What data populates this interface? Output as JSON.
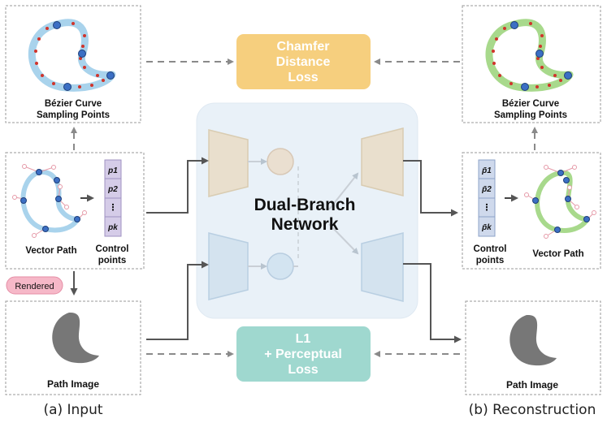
{
  "input": {
    "bezier_label_line1": "Bézier Curve",
    "bezier_label_line2": "Sampling Points",
    "vector_path_label": "Vector Path",
    "control_label_line1": "Control",
    "control_label_line2": "points",
    "control_cells": [
      "p1",
      "p2",
      "⋮",
      "pk"
    ],
    "rendered_badge": "Rendered",
    "path_image_label": "Path Image",
    "caption": "(a) Input"
  },
  "network": {
    "label_line1": "Dual-Branch",
    "label_line2": "Network"
  },
  "losses": {
    "chamfer_line1": "Chamfer",
    "chamfer_line2": "Distance",
    "chamfer_line3": "Loss",
    "l1_line1": "L1",
    "l1_line2": "+ Perceptual",
    "l1_line3": "Loss"
  },
  "reconstruction": {
    "bezier_label_line1": "Bézier Curve",
    "bezier_label_line2": "Sampling Points",
    "control_label_line1": "Control",
    "control_label_line2": "points",
    "vector_path_label": "Vector Path",
    "control_cells": [
      "p̄1",
      "p̄2",
      "⋮",
      "p̄k"
    ],
    "path_image_label": "Path Image",
    "caption": "(b) Reconstruction"
  },
  "colors": {
    "input_curve": "#a9d3ec",
    "recon_curve": "#a8d98c",
    "sample_dot": "#d0342c",
    "control_dot": "#3b6fc4",
    "chamfer_box": "#f6cf7e",
    "l1_box": "#9fd8cf",
    "rendered_badge": "#f6b8c8",
    "encoder_fill": "#e9dfcd",
    "decoder_fill": "#d4e3ef",
    "network_bg": "#e9f1f8",
    "control_col_input": "#d5cce8",
    "control_col_recon": "#cfd9ec"
  }
}
